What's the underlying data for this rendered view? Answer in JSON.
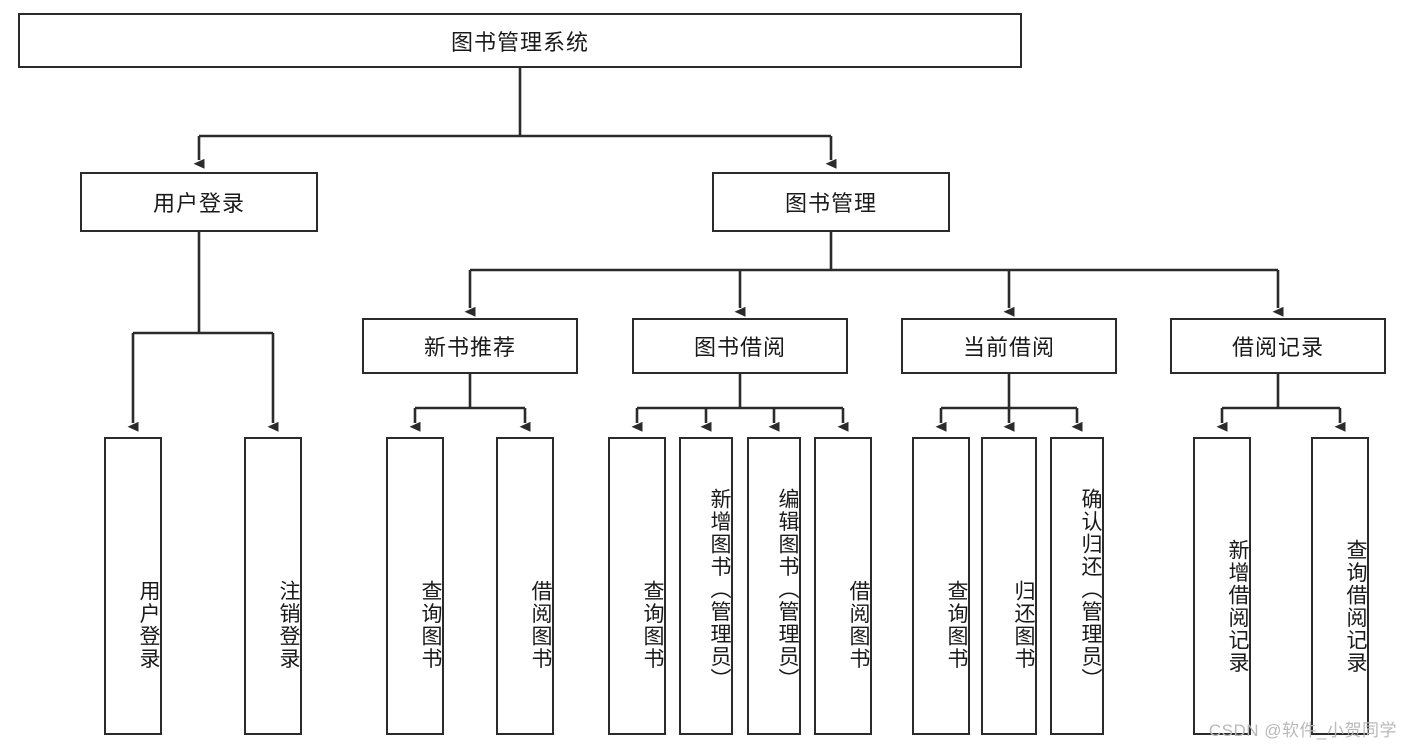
{
  "diagram": {
    "title": "图书管理系统",
    "type": "hierarchy-tree",
    "watermark": "CSDN @软件_小贺同学",
    "colors": {
      "stroke": "#2b2b2b",
      "fill": "#ffffff",
      "text": "#1a1a1a",
      "watermark": "#b9b9b9"
    },
    "nodes": {
      "root": {
        "label": "图书管理系统"
      },
      "level1": [
        {
          "id": "user-login",
          "label": "用户登录"
        },
        {
          "id": "book-manage",
          "label": "图书管理"
        }
      ],
      "level2": [
        {
          "id": "new-book-recommend",
          "label": "新书推荐"
        },
        {
          "id": "book-borrow",
          "label": "图书借阅"
        },
        {
          "id": "current-borrow",
          "label": "当前借阅"
        },
        {
          "id": "borrow-record",
          "label": "借阅记录"
        }
      ],
      "leaves": {
        "user-login": [
          {
            "id": "leaf-user-login",
            "label": "用户登录"
          },
          {
            "id": "leaf-logout",
            "label": "注销登录"
          }
        ],
        "new-book-recommend": [
          {
            "id": "leaf-query-book-1",
            "label": "查询图书"
          },
          {
            "id": "leaf-borrow-book-1",
            "label": "借阅图书"
          }
        ],
        "book-borrow": [
          {
            "id": "leaf-query-book-2",
            "label": "查询图书"
          },
          {
            "id": "leaf-add-book",
            "label": "新增图书（管理员）"
          },
          {
            "id": "leaf-edit-book",
            "label": "编辑图书（管理员）"
          },
          {
            "id": "leaf-borrow-book-2",
            "label": "借阅图书"
          }
        ],
        "current-borrow": [
          {
            "id": "leaf-query-book-3",
            "label": "查询图书"
          },
          {
            "id": "leaf-return-book",
            "label": "归还图书"
          },
          {
            "id": "leaf-confirm-return",
            "label": "确认归还（管理员）"
          }
        ],
        "borrow-record": [
          {
            "id": "leaf-add-record",
            "label": "新增借阅记录"
          },
          {
            "id": "leaf-query-record",
            "label": "查询借阅记录"
          }
        ]
      }
    }
  }
}
